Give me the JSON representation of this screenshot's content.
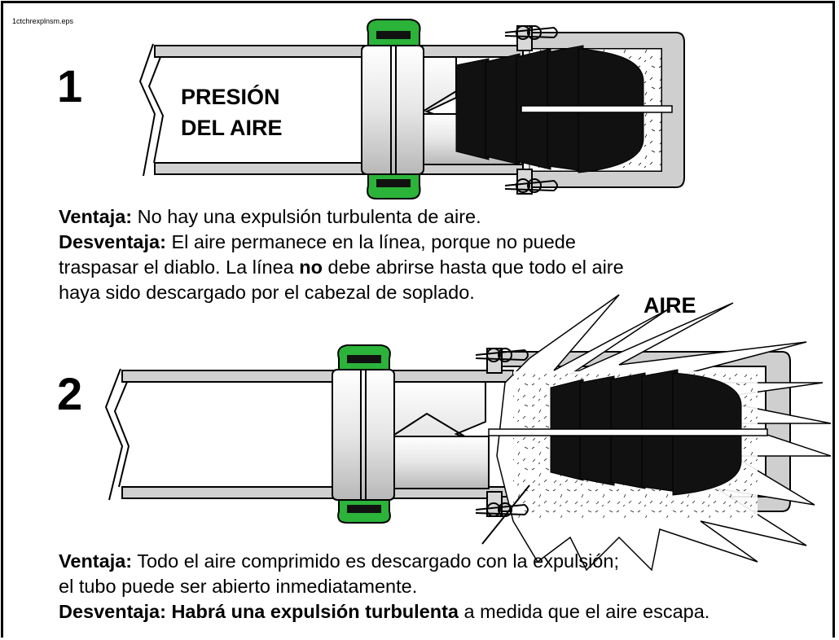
{
  "file_label": "1ctchrexplnsm.eps",
  "panel1": {
    "number": "1",
    "pressure_line1": "PRESIÓN",
    "pressure_line2": "DEL AIRE",
    "advantage_label": "Ventaja:",
    "advantage_text": " No hay una expulsión turbulenta de aire.",
    "disadvantage_label": "Desventaja:",
    "disadvantage_text1": " El aire permanece en la línea, porque no puede",
    "disadvantage_text2a": "traspasar el diablo. La línea ",
    "disadvantage_bold": "no",
    "disadvantage_text2b": " debe abrirse hasta que todo el aire",
    "disadvantage_text3": "haya sido descargado por el cabezal de soplado."
  },
  "panel2": {
    "number": "2",
    "air_label": "AIRE",
    "advantage_label": "Ventaja:",
    "advantage_text1": " Todo el aire comprimido es descargado con la expulsión;",
    "advantage_text2": "el tubo puede ser abierto inmediatamente.",
    "disadvantage_bold": "Desventaja: Habrá una expulsión turbulenta",
    "disadvantage_text": " a medida que el aire escapa."
  },
  "colors": {
    "coupling_green": "#2bb33a",
    "pipe_gray": "#d4d4d4",
    "ink": "#000000"
  }
}
